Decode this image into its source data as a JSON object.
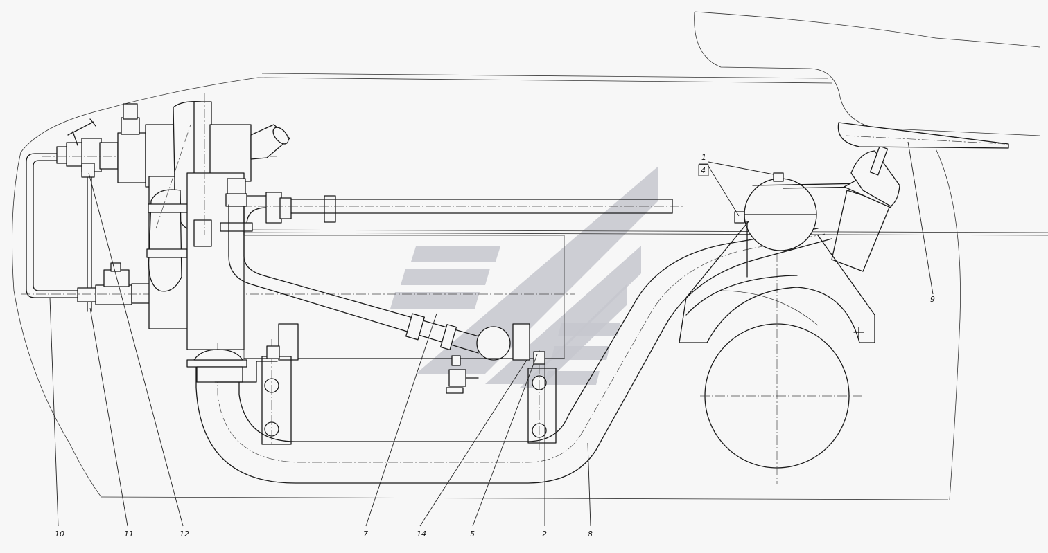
{
  "callouts": {
    "n10": "10",
    "n11": "11",
    "n12": "12",
    "n7": "7",
    "n14": "14",
    "n5": "5",
    "n2": "2",
    "n8": "8",
    "n9": "9",
    "n1": "1",
    "n4": "4"
  },
  "colors": {
    "line": "#1a1a1a",
    "background": "#f7f7f7",
    "watermark": "#c5c7ce"
  }
}
